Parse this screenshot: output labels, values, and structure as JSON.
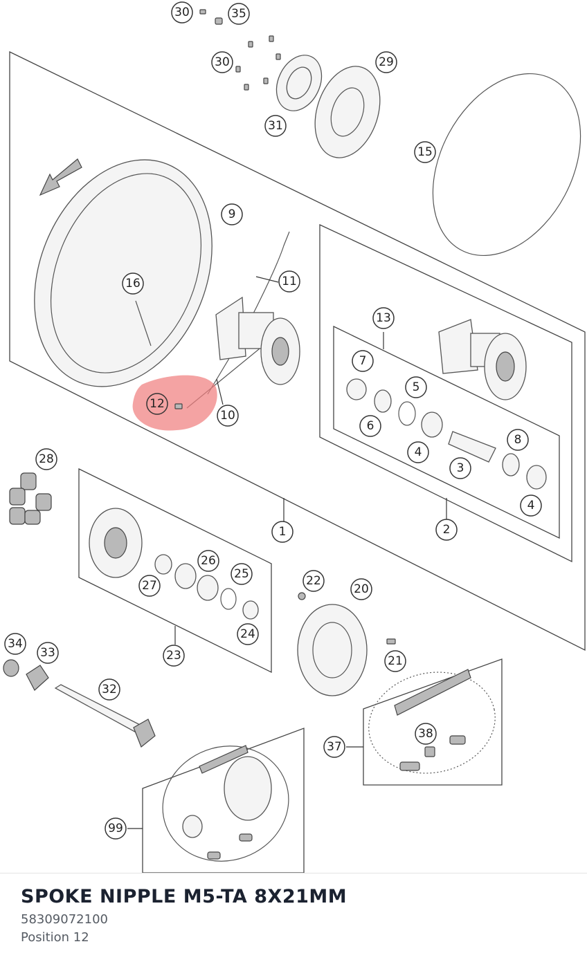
{
  "diagram": {
    "callouts": [
      "30",
      "35",
      "30",
      "29",
      "31",
      "15",
      "9",
      "16",
      "11",
      "13",
      "7",
      "5",
      "6",
      "4",
      "8",
      "3",
      "4",
      "2",
      "1",
      "12",
      "10",
      "28",
      "26",
      "25",
      "27",
      "24",
      "23",
      "22",
      "20",
      "21",
      "34",
      "33",
      "32",
      "37",
      "38",
      "99"
    ],
    "highlight_color": "#f08080"
  },
  "part": {
    "title": "SPOKE NIPPLE M5-TA 8X21MM",
    "number": "58309072100",
    "position": "Position 12"
  }
}
